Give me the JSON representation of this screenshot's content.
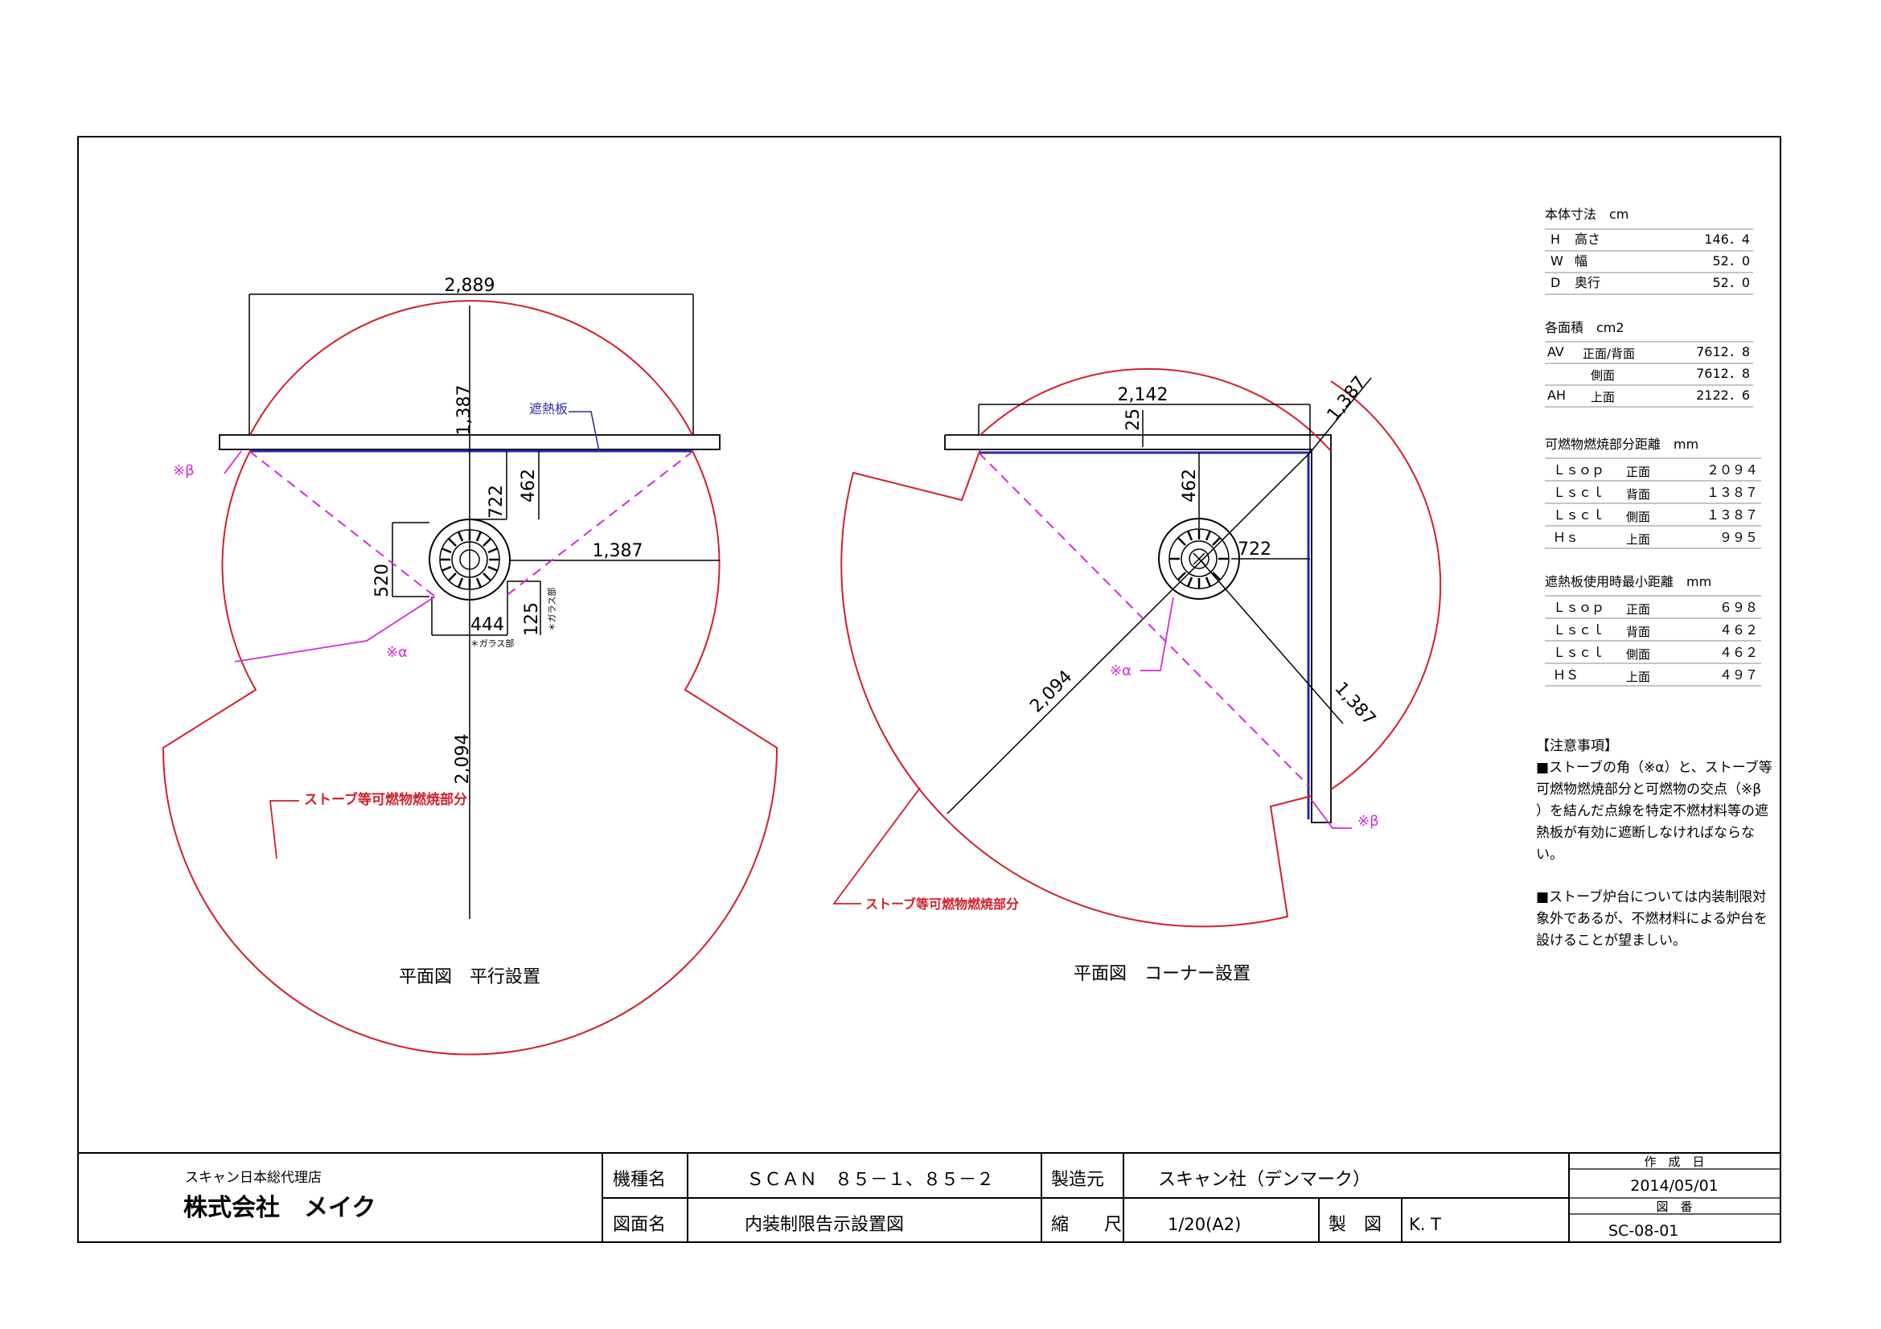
{
  "specs": {
    "body_dim": {
      "heading": "本体寸法　cm",
      "rows": [
        {
          "code": "H",
          "label": "高さ",
          "value": "146．4"
        },
        {
          "code": "W",
          "label": "幅",
          "value": "52．0"
        },
        {
          "code": "D",
          "label": "奥行",
          "value": "52．0"
        }
      ]
    },
    "area": {
      "heading": "各面積　cm2",
      "rows": [
        {
          "code": "AV",
          "label": "正面/背面",
          "value": "7612．8"
        },
        {
          "code": "",
          "label": "側面",
          "value": "7612．8"
        },
        {
          "code": "AH",
          "label": "上面",
          "value": "2122．6"
        }
      ]
    },
    "combustible": {
      "heading": "可燃物燃焼部分距離　mm",
      "rows": [
        {
          "code": "Ｌｓｏｐ",
          "label": "正面",
          "value": "２０９４"
        },
        {
          "code": "Ｌｓｃｌ",
          "label": "背面",
          "value": "１３８７"
        },
        {
          "code": "Ｌｓｃｌ",
          "label": "側面",
          "value": "１３８７"
        },
        {
          "code": "Ｈｓ",
          "label": "上面",
          "value": "９９５"
        }
      ]
    },
    "shield": {
      "heading": "遮熱板使用時最小距離　mm",
      "rows": [
        {
          "code": "Ｌｓｏｐ",
          "label": "正面",
          "value": "６９８"
        },
        {
          "code": "Ｌｓｃｌ",
          "label": "背面",
          "value": "４６２"
        },
        {
          "code": "Ｌｓｃｌ",
          "label": "側面",
          "value": "４６２"
        },
        {
          "code": "ＨＳ",
          "label": "上面",
          "value": "４９７"
        }
      ]
    }
  },
  "notes": {
    "heading": "【注意事項】",
    "note1": [
      "■ストーブの角（※α）と、ストーブ等",
      "可燃物燃焼部分と可燃物の交点（※β",
      "）を結んだ点線を特定不燃材料等の遮",
      "熱板が有効に遮断しなければならない。"
    ],
    "note2": [
      "■ストーブ炉台については内装制限対",
      "象外であるが、不燃材料による炉台を",
      "設けることが望ましい。"
    ]
  },
  "left_drawing": {
    "caption": "平面図　平行設置",
    "dims": {
      "width": "2,889",
      "back": "1,387",
      "side": "1,387",
      "front": "2,094",
      "d722": "722",
      "d462": "462",
      "d520": "520",
      "d444": "444",
      "d125": "125"
    },
    "glass_note_1": "＊ガラス部",
    "glass_note_2": "＊ガラス部",
    "shield_label": "遮熱板",
    "alpha": "※α",
    "beta": "※β",
    "burn_label": "ストーブ等可燃物燃焼部分"
  },
  "right_drawing": {
    "caption": "平面図　コーナー設置",
    "dims": {
      "width": "2,142",
      "d25": "25",
      "d1387a": "1,387",
      "d462": "462",
      "d722": "722",
      "front": "2,094",
      "d1387b": "1,387"
    },
    "alpha": "※α",
    "beta": "※β",
    "burn_label": "ストーブ等可燃物燃焼部分"
  },
  "title_block": {
    "dealer_sub": "スキャン日本総代理店",
    "dealer": "株式会社　メイク",
    "model_label": "機種名",
    "model_value": "ＳＣＡＮ　８５－１、８５－２",
    "drawing_label": "図面名",
    "drawing_value": "内装制限告示設置図",
    "maker_label": "製造元",
    "maker_value": "スキャン社（デンマーク）",
    "scale_label": "縮　　尺",
    "scale_value": "1/20(A2)",
    "drafter_label": "製　図",
    "drafter_value": "K. T",
    "date_label": "作　成　日",
    "date_value": "2014/05/01",
    "number_label": "図　番",
    "number_value": "SC-08-01"
  },
  "colors": {
    "red": "#d1202a",
    "blue": "#2a2aa0",
    "magenta": "#d42ad4"
  }
}
